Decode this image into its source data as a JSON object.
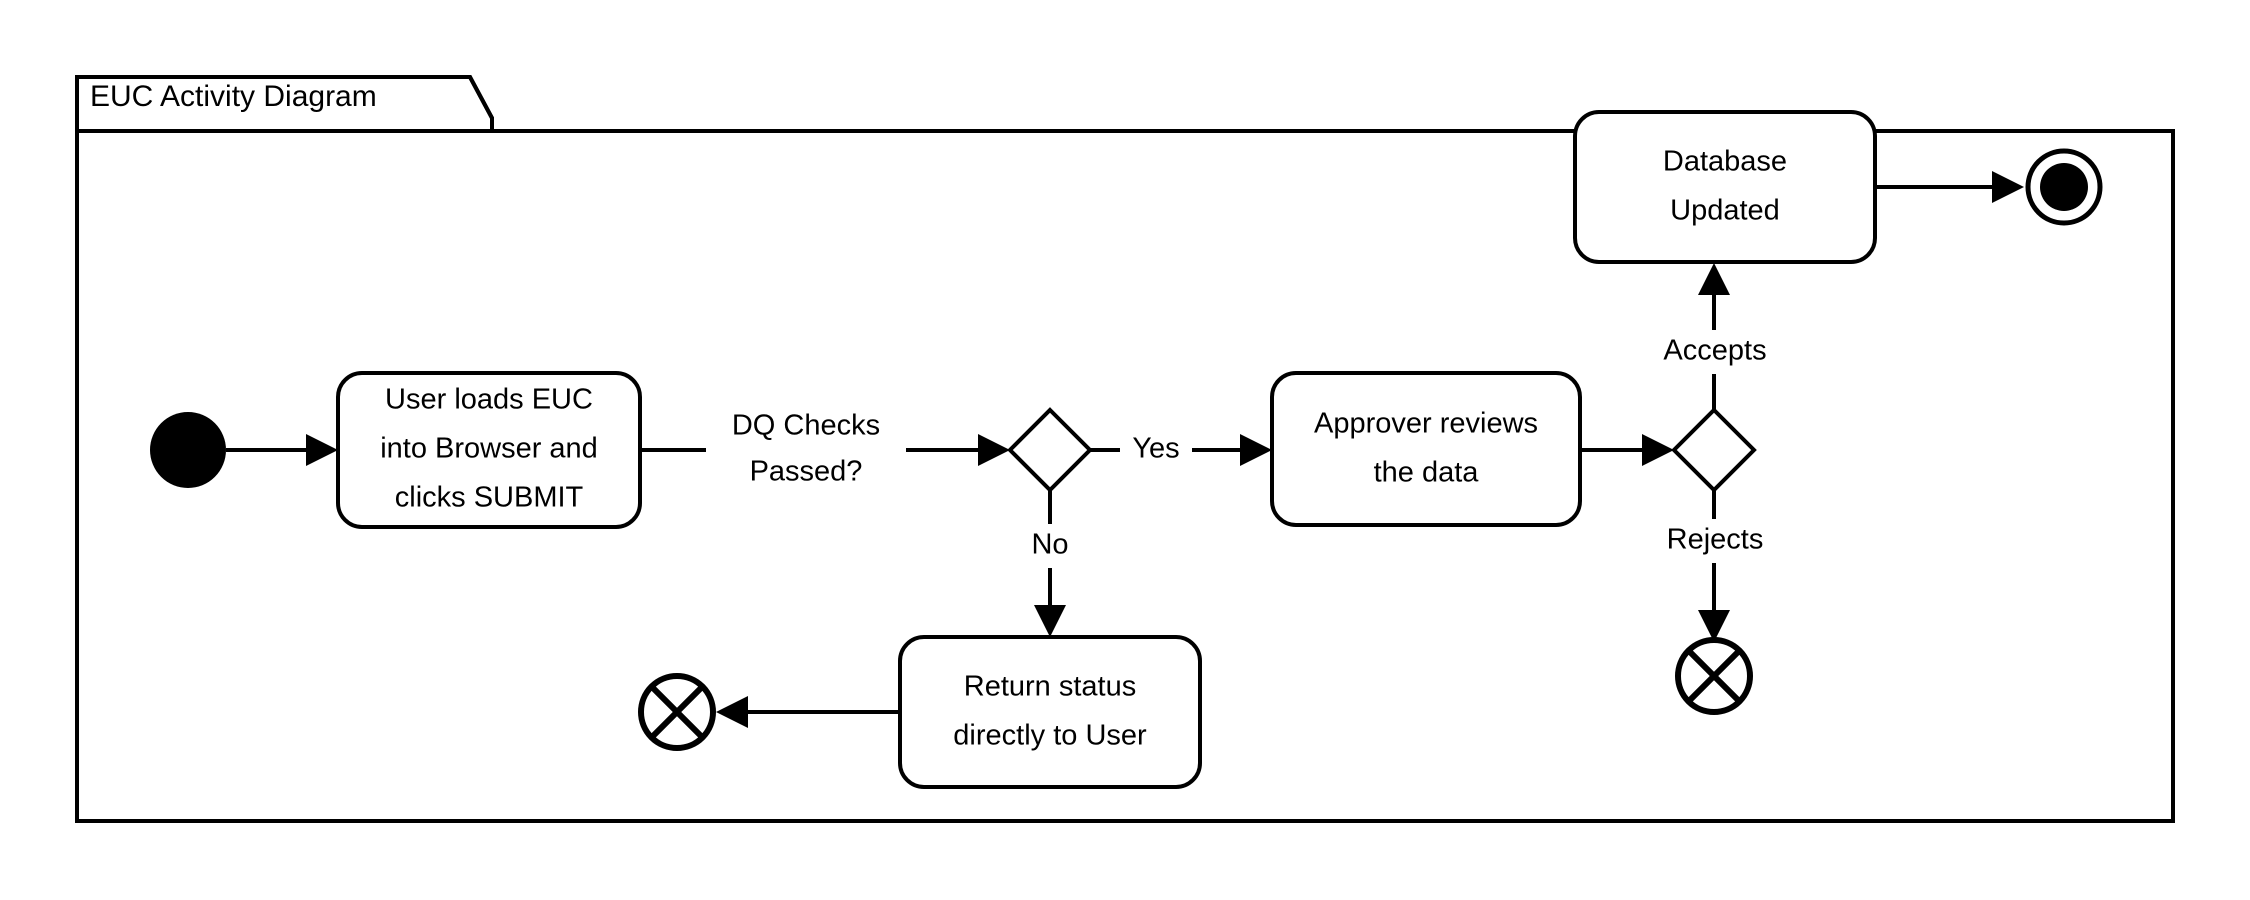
{
  "diagram": {
    "type": "uml-activity-diagram",
    "frame_title": "EUC Activity Diagram",
    "background_color": "#ffffff",
    "line_color": "#000000",
    "nodes": [
      {
        "id": "start",
        "kind": "initial-node",
        "label": ""
      },
      {
        "id": "load",
        "kind": "action",
        "label_line1": "User loads EUC",
        "label_line2": "into Browser and",
        "label_line3": "clicks SUBMIT"
      },
      {
        "id": "dq-decision",
        "kind": "decision",
        "label": ""
      },
      {
        "id": "review",
        "kind": "action",
        "label_line1": "Approver reviews",
        "label_line2": "the data"
      },
      {
        "id": "approve-decision",
        "kind": "decision",
        "label": ""
      },
      {
        "id": "db-updated",
        "kind": "action",
        "label_line1": "Database",
        "label_line2": "Updated"
      },
      {
        "id": "return-status",
        "kind": "action",
        "label_line1": "Return status",
        "label_line2": "directly to User"
      },
      {
        "id": "final",
        "kind": "activity-final",
        "label": ""
      },
      {
        "id": "flow-final-left",
        "kind": "flow-final",
        "label": ""
      },
      {
        "id": "flow-final-right",
        "kind": "flow-final",
        "label": ""
      }
    ],
    "edges": [
      {
        "from": "start",
        "to": "load",
        "label": ""
      },
      {
        "from": "load",
        "to": "dq-decision",
        "label_line1": "DQ Checks",
        "label_line2": "Passed?"
      },
      {
        "from": "dq-decision",
        "to": "review",
        "label": "Yes"
      },
      {
        "from": "dq-decision",
        "to": "return-status",
        "label": "No"
      },
      {
        "from": "return-status",
        "to": "flow-final-left",
        "label": ""
      },
      {
        "from": "review",
        "to": "approve-decision",
        "label": ""
      },
      {
        "from": "approve-decision",
        "to": "db-updated",
        "label": "Accepts"
      },
      {
        "from": "approve-decision",
        "to": "flow-final-right",
        "label": "Rejects"
      },
      {
        "from": "db-updated",
        "to": "final",
        "label": ""
      }
    ],
    "labels": {
      "dq_checks_l1": "DQ Checks",
      "dq_checks_l2": "Passed?",
      "yes": "Yes",
      "no": "No",
      "accepts": "Accepts",
      "rejects": "Rejects"
    },
    "node_text": {
      "load_l1": "User loads EUC",
      "load_l2": "into Browser and",
      "load_l3": "clicks SUBMIT",
      "review_l1": "Approver reviews",
      "review_l2": "the data",
      "db_l1": "Database",
      "db_l2": "Updated",
      "return_l1": "Return status",
      "return_l2": "directly to User"
    }
  }
}
